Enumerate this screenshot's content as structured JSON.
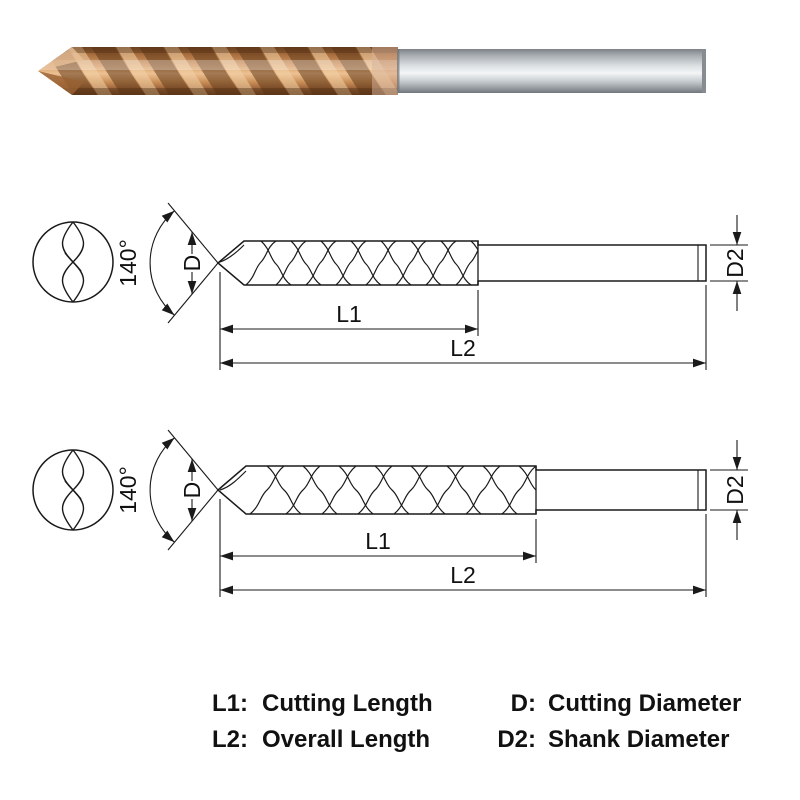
{
  "labels": {
    "point_angle": "140°",
    "cutting_diameter": "D",
    "shank_diameter": "D2",
    "cutting_length": "L1",
    "overall_length": "L2"
  },
  "legend": {
    "rows": [
      {
        "symbol_1": "L1:",
        "label_1": "Cutting Length",
        "symbol_2": "D:",
        "label_2": "Cutting Diameter"
      },
      {
        "symbol_1": "L2:",
        "label_1": "Overall Length",
        "symbol_2": "D2:",
        "label_2": "Shank Diameter"
      }
    ]
  },
  "colors": {
    "line": "#1a1a1a",
    "text": "#111111",
    "flute_bronze": "#c08a55",
    "shank_steel": "#c9ced2",
    "background": "#ffffff"
  }
}
